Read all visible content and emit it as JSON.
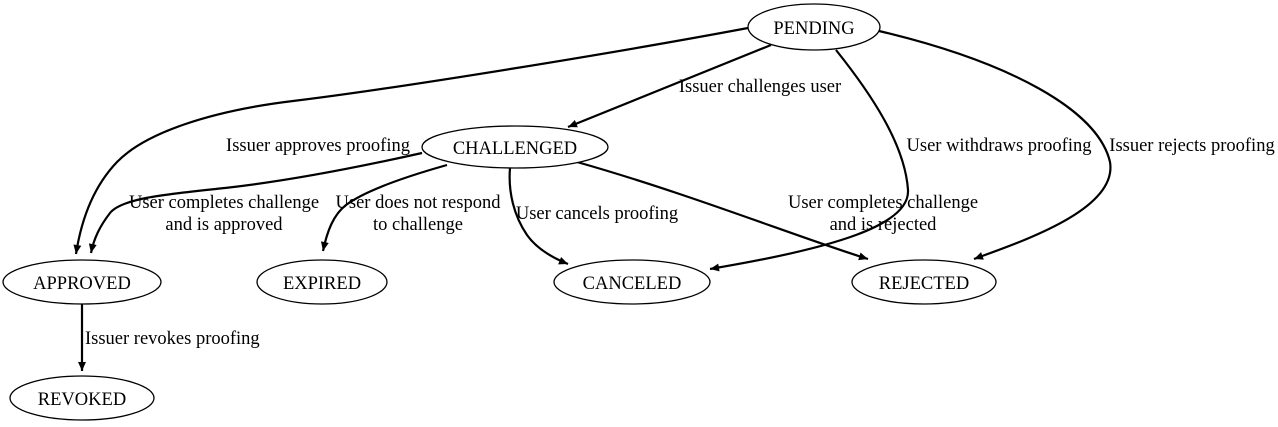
{
  "diagram": {
    "type": "state-machine",
    "background_color": "#ffffff",
    "stroke_color": "#000000",
    "nodes": {
      "pending": {
        "label": "PENDING"
      },
      "challenged": {
        "label": "CHALLENGED"
      },
      "approved": {
        "label": "APPROVED"
      },
      "expired": {
        "label": "EXPIRED"
      },
      "canceled": {
        "label": "CANCELED"
      },
      "rejected": {
        "label": "REJECTED"
      },
      "revoked": {
        "label": "REVOKED"
      }
    },
    "edges": {
      "pending_to_challenged": {
        "from": "PENDING",
        "to": "CHALLENGED",
        "label": "Issuer challenges user"
      },
      "pending_to_approved": {
        "from": "PENDING",
        "to": "APPROVED",
        "label": "Issuer approves proofing"
      },
      "pending_to_canceled": {
        "from": "PENDING",
        "to": "CANCELED",
        "label": "User withdraws proofing"
      },
      "pending_to_rejected": {
        "from": "PENDING",
        "to": "REJECTED",
        "label": "Issuer rejects proofing"
      },
      "challenged_to_approved": {
        "from": "CHALLENGED",
        "to": "APPROVED",
        "label_lines": [
          "User completes challenge",
          "and is approved"
        ]
      },
      "challenged_to_expired": {
        "from": "CHALLENGED",
        "to": "EXPIRED",
        "label_lines": [
          "User does not respond",
          "to challenge"
        ]
      },
      "challenged_to_canceled": {
        "from": "CHALLENGED",
        "to": "CANCELED",
        "label": "User cancels proofing"
      },
      "challenged_to_rejected": {
        "from": "CHALLENGED",
        "to": "REJECTED",
        "label_lines": [
          "User completes challenge",
          "and is rejected"
        ]
      },
      "approved_to_revoked": {
        "from": "APPROVED",
        "to": "REVOKED",
        "label": "Issuer revokes proofing"
      }
    }
  }
}
